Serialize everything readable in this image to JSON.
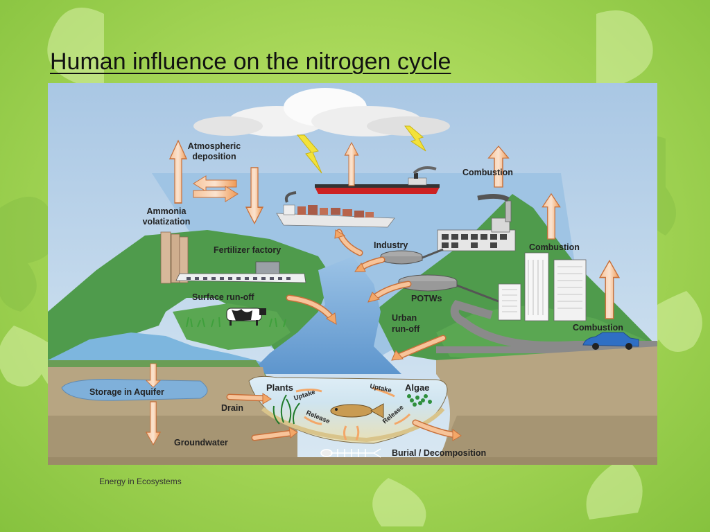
{
  "slide": {
    "title": "Human influence on the nitrogen cycle",
    "footer": "Energy in Ecosystems"
  },
  "labels": {
    "atmospheric_deposition": [
      "Atmospheric",
      "deposition"
    ],
    "ammonia_volatization": [
      "Ammonia",
      "volatization"
    ],
    "combustion_top": "Combustion",
    "combustion_mid": "Combustion",
    "combustion_car": "Combustion",
    "fertilizer_factory": "Fertilizer factory",
    "industry": "Industry",
    "surface_runoff": "Surface run-off",
    "potws": "POTWs",
    "urban_runoff": [
      "Urban",
      "run-off"
    ],
    "storage_aquifer": "Storage in Aquifer",
    "drain": "Drain",
    "groundwater": "Groundwater",
    "plants": "Plants",
    "algae": "Algae",
    "uptake_left": "Uptake",
    "uptake_right": "Uptake",
    "release_left": "Release",
    "release_right": "Release",
    "burial_decomposition": "Burial / Decomposition"
  },
  "colors": {
    "sky": "#a8c8e6",
    "land": "#4e9a4a",
    "water": "#7fb0da",
    "soil": "#b8a684",
    "arrow": "#f3a768"
  }
}
